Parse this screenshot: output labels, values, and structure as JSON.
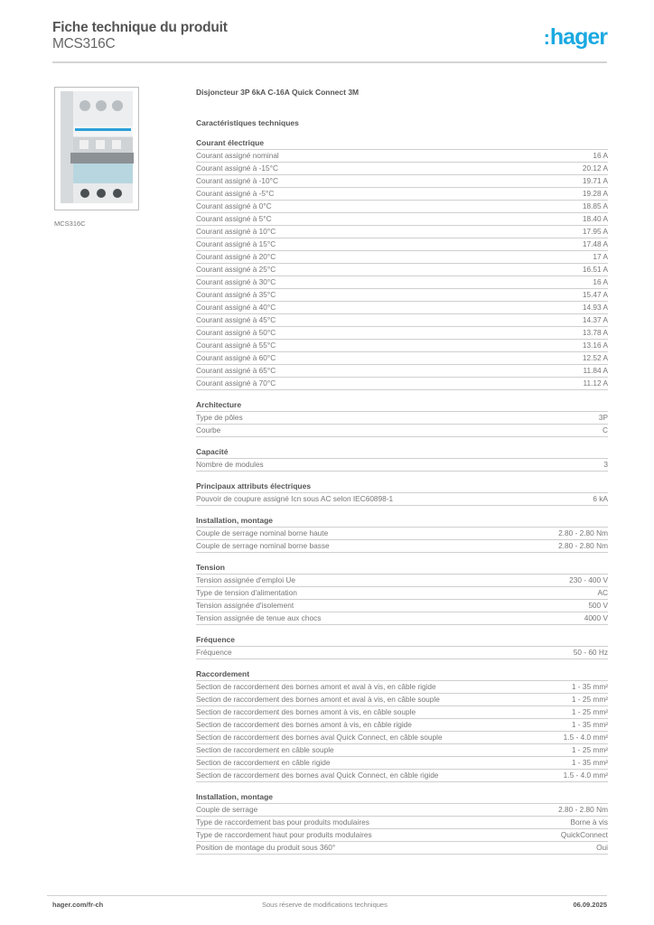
{
  "header": {
    "title": "Fiche technique du produit",
    "subtitle": "MCS316C",
    "logo_text": "hager",
    "logo_color": "#1ba9e1"
  },
  "product": {
    "image_caption": "MCS316C",
    "name": "Disjoncteur 3P 6kA C-16A Quick Connect 3M",
    "characteristics_title": "Caractéristiques techniques"
  },
  "sections": [
    {
      "title": "Courant électrique",
      "rows": [
        {
          "label": "Courant assigné nominal",
          "value": "16 A"
        },
        {
          "label": "Courant assigné à -15°C",
          "value": "20.12 A"
        },
        {
          "label": "Courant assigné à -10°C",
          "value": "19.71 A"
        },
        {
          "label": "Courant assigné à -5°C",
          "value": "19.28 A"
        },
        {
          "label": "Courant assigné à 0°C",
          "value": "18.85 A"
        },
        {
          "label": "Courant assigné à 5°C",
          "value": "18.40 A"
        },
        {
          "label": "Courant assigné à 10°C",
          "value": "17.95 A"
        },
        {
          "label": "Courant assigné à 15°C",
          "value": "17.48 A"
        },
        {
          "label": "Courant assigné à 20°C",
          "value": "17 A"
        },
        {
          "label": "Courant assigné à 25°C",
          "value": "16.51 A"
        },
        {
          "label": "Courant assigné à 30°C",
          "value": "16 A"
        },
        {
          "label": "Courant assigné à 35°C",
          "value": "15.47 A"
        },
        {
          "label": "Courant assigné à 40°C",
          "value": "14.93 A"
        },
        {
          "label": "Courant assigné à 45°C",
          "value": "14.37 A"
        },
        {
          "label": "Courant assigné à 50°C",
          "value": "13.78 A"
        },
        {
          "label": "Courant assigné à 55°C",
          "value": "13.16 A"
        },
        {
          "label": "Courant assigné à 60°C",
          "value": "12.52 A"
        },
        {
          "label": "Courant assigné à 65°C",
          "value": "11.84 A"
        },
        {
          "label": "Courant assigné à 70°C",
          "value": "11.12 A"
        }
      ]
    },
    {
      "title": "Architecture",
      "rows": [
        {
          "label": "Type de pôles",
          "value": "3P"
        },
        {
          "label": "Courbe",
          "value": "C"
        }
      ]
    },
    {
      "title": "Capacité",
      "rows": [
        {
          "label": "Nombre de modules",
          "value": "3"
        }
      ]
    },
    {
      "title": "Principaux attributs électriques",
      "rows": [
        {
          "label": "Pouvoir de coupure assigné Icn sous AC selon IEC60898-1",
          "value": "6 kA"
        }
      ]
    },
    {
      "title": "Installation, montage",
      "rows": [
        {
          "label": "Couple de serrage nominal borne haute",
          "value": "2.80 - 2.80 Nm"
        },
        {
          "label": "Couple de serrage nominal borne basse",
          "value": "2.80 - 2.80 Nm"
        }
      ]
    },
    {
      "title": "Tension",
      "rows": [
        {
          "label": "Tension assignée d'emploi Ue",
          "value": "230 - 400 V"
        },
        {
          "label": "Type de tension d'alimentation",
          "value": "AC"
        },
        {
          "label": "Tension assignée d'isolement",
          "value": "500 V"
        },
        {
          "label": "Tension assignée de tenue aux chocs",
          "value": "4000 V"
        }
      ]
    },
    {
      "title": "Fréquence",
      "rows": [
        {
          "label": "Fréquence",
          "value": "50 - 60 Hz"
        }
      ]
    },
    {
      "title": "Raccordement",
      "rows": [
        {
          "label": "Section de raccordement des bornes amont et aval à vis, en câble rigide",
          "value": "1 - 35 mm²"
        },
        {
          "label": "Section de raccordement des bornes amont et aval à vis, en câble souple",
          "value": "1 - 25 mm²"
        },
        {
          "label": "Section de raccordement des bornes amont à vis, en câble souple",
          "value": "1 - 25 mm²"
        },
        {
          "label": "Section de raccordement des bornes amont à vis, en câble rigide",
          "value": "1 - 35 mm²"
        },
        {
          "label": "Section de raccordement des bornes aval Quick Connect, en câble souple",
          "value": "1.5 - 4.0 mm²"
        },
        {
          "label": "Section de raccordement en câble souple",
          "value": "1 - 25 mm²"
        },
        {
          "label": "Section de raccordement en câble rigide",
          "value": "1 - 35 mm²"
        },
        {
          "label": "Section de raccordement des bornes aval Quick Connect, en câble rigide",
          "value": "1.5 - 4.0 mm²"
        }
      ]
    },
    {
      "title": "Installation, montage",
      "rows": [
        {
          "label": "Couple de serrage",
          "value": "2.80 - 2.80 Nm"
        },
        {
          "label": "Type de raccordement bas pour produits modulaires",
          "value": "Borne à vis"
        },
        {
          "label": "Type de raccordement haut pour produits modulaires",
          "value": "QuickConnect"
        },
        {
          "label": "Position de montage du produit sous 360°",
          "value": "Oui"
        }
      ]
    }
  ],
  "footer": {
    "website": "hager.com/fr-ch",
    "disclaimer": "Sous réserve de modifications techniques",
    "date": "06.09.2025"
  }
}
